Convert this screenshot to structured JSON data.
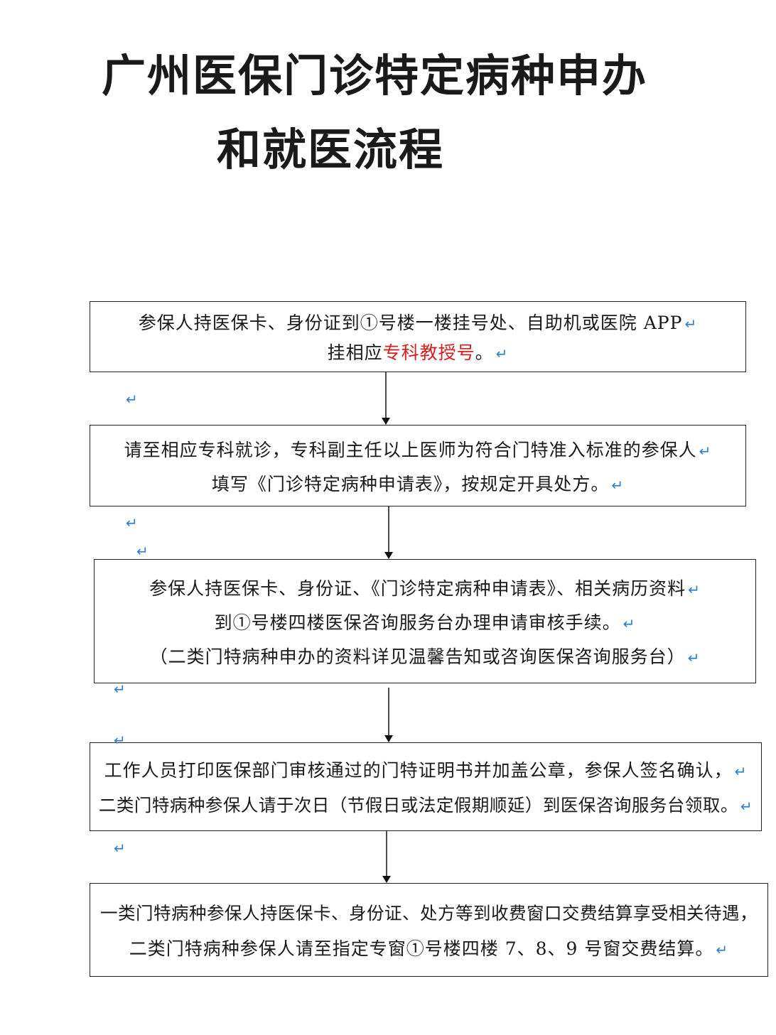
{
  "title": {
    "line1": "广州医保门诊特定病种申办",
    "line2": "和就医流程"
  },
  "return_mark": "↵",
  "steps": [
    {
      "lines": [
        {
          "parts": [
            "参保人持医保卡、身份证到①号楼一楼挂号处、自助机或医院 APP"
          ]
        },
        {
          "parts": [
            "挂相应",
            "专科教授号",
            "。"
          ]
        }
      ]
    },
    {
      "lines": [
        {
          "parts": [
            "请至相应专科就诊，专科副主任以上医师为符合门特准入标准的参保人"
          ]
        },
        {
          "parts": [
            "填写《门诊特定病种申请表》，按规定开具处方。"
          ]
        }
      ]
    },
    {
      "lines": [
        {
          "parts": [
            "参保人持医保卡、身份证、《门诊特定病种申请表》、相关病历资料"
          ]
        },
        {
          "parts": [
            "到①号楼四楼医保咨询服务台办理申请审核手续。"
          ]
        },
        {
          "parts": [
            "（二类门特病种申办的资料详见温馨告知或咨询医保咨询服务台）"
          ]
        }
      ]
    },
    {
      "lines": [
        {
          "parts": [
            "工作人员打印医保部门审核通过的门特证明书并加盖公章，参保人签名确认，"
          ]
        },
        {
          "parts": [
            "二类门特病种参保人请于次日（节假日或法定假期顺延）到医保咨询服务台领取。"
          ]
        }
      ]
    },
    {
      "lines": [
        {
          "parts": [
            "一类门特病种参保人持医保卡、身份证、处方等到收费窗口交费结算享受相关待遇，"
          ]
        },
        {
          "parts": [
            "二类门特病种参保人请至指定专窗①号楼四楼 7、8、9 号窗交费结算。"
          ]
        }
      ]
    }
  ],
  "colors": {
    "highlight": "#d81e1e",
    "return_mark": "#2f7fd0",
    "border": "#222222"
  }
}
